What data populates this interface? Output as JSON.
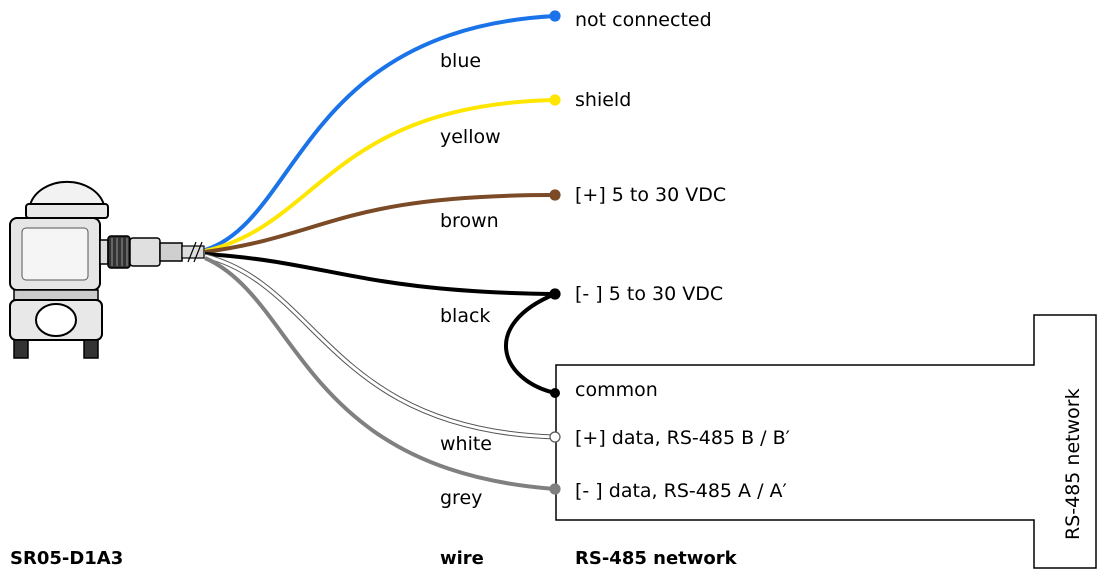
{
  "wires": [
    {
      "name": "blue",
      "color": "#1a73e8",
      "terminal": "not connected"
    },
    {
      "name": "yellow",
      "color": "#ffe600",
      "terminal": "shield"
    },
    {
      "name": "brown",
      "color": "#7b4a26",
      "terminal": "[+] 5 to 30 VDC"
    },
    {
      "name": "black",
      "color": "#000000",
      "terminal": "[- ] 5 to 30 VDC"
    },
    {
      "name": "white",
      "color": "#ffffff",
      "terminal": "[+] data, RS-485  B / B′"
    },
    {
      "name": "grey",
      "color": "#808080",
      "terminal": "[- ] data, RS-485  A / A′"
    }
  ],
  "network_box": {
    "common_label": "common",
    "side_label": "RS-485 network"
  },
  "footer": {
    "device": "SR05-D1A3",
    "wire": "wire",
    "network": "RS-485 network"
  }
}
